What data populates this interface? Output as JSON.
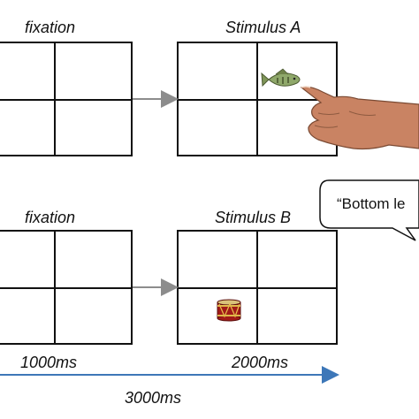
{
  "trial_a": {
    "left_label": "fixation",
    "right_label": "Stimulus A",
    "stimulus_object": "fish-icon"
  },
  "trial_b": {
    "left_label": "fixation",
    "right_label": "Stimulus B",
    "stimulus_object": "drum-icon",
    "speech_bubble": "“Bottom le"
  },
  "timeline": {
    "fixation_duration": "1000ms",
    "stimulus_duration": "2000ms",
    "total_duration": "3000ms"
  },
  "colors": {
    "grid": "#111111",
    "arrow_gray": "#8c8c8c",
    "timeline_blue": "#3d77b8"
  }
}
